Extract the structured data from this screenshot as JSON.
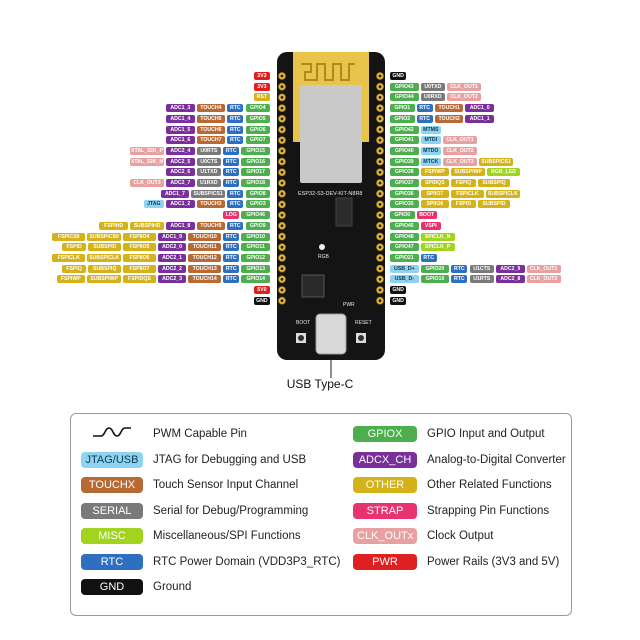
{
  "board": {
    "module_label": "ESP32-S3-DEV-KIT-N8R8",
    "rgb_label": "RGB",
    "pwr_label": "PWR",
    "boot_label": "BOOT",
    "reset_label": "RESET",
    "usb_caption": "USB Type-C"
  },
  "colors": {
    "gpio": "#4cae4c",
    "rtc": "#2f6fc0",
    "touch": "#b86a35",
    "adc": "#7a2f9a",
    "jtag": "#8fd3f0",
    "serial": "#7a7a7a",
    "misc": "#a0d41f",
    "other": "#d4b21a",
    "strap": "#e8336e",
    "clk": "#e9a0a0",
    "pwr": "#e02020",
    "gnd": "#111111",
    "board": "#141414"
  },
  "left_pins": [
    [
      [
        "PWR",
        "3V3"
      ]
    ],
    [
      [
        "PWR",
        "3V3"
      ]
    ],
    [
      [
        "OTHER",
        "RST"
      ]
    ],
    [
      [
        "GPIO",
        "GPIO4"
      ],
      [
        "RTC",
        "RTC"
      ],
      [
        "TOUCH",
        "TOUCH4"
      ],
      [
        "ADC",
        "ADC1_3"
      ]
    ],
    [
      [
        "GPIO",
        "GPIO5"
      ],
      [
        "RTC",
        "RTC"
      ],
      [
        "TOUCH",
        "TOUCH5"
      ],
      [
        "ADC",
        "ADC1_4"
      ]
    ],
    [
      [
        "GPIO",
        "GPIO6"
      ],
      [
        "RTC",
        "RTC"
      ],
      [
        "TOUCH",
        "TOUCH6"
      ],
      [
        "ADC",
        "ADC1_5"
      ]
    ],
    [
      [
        "GPIO",
        "GPIO7"
      ],
      [
        "RTC",
        "RTC"
      ],
      [
        "TOUCH",
        "TOUCH7"
      ],
      [
        "ADC",
        "ADC1_6"
      ]
    ],
    [
      [
        "GPIO",
        "GPIO15"
      ],
      [
        "RTC",
        "RTC"
      ],
      [
        "SERIAL",
        "U0RTS"
      ],
      [
        "ADC",
        "ADC2_4"
      ],
      [
        "CLK",
        "XTAL_32K_P"
      ]
    ],
    [
      [
        "GPIO",
        "GPIO16"
      ],
      [
        "RTC",
        "RTC"
      ],
      [
        "SERIAL",
        "U0CTS"
      ],
      [
        "ADC",
        "ADC2_5"
      ],
      [
        "CLK",
        "XTAL_32K_N"
      ]
    ],
    [
      [
        "GPIO",
        "GPIO17"
      ],
      [
        "RTC",
        "RTC"
      ],
      [
        "SERIAL",
        "U1TXD"
      ],
      [
        "ADC",
        "ADC2_6"
      ]
    ],
    [
      [
        "GPIO",
        "GPIO18"
      ],
      [
        "RTC",
        "RTC"
      ],
      [
        "SERIAL",
        "U1RXD"
      ],
      [
        "ADC",
        "ADC2_7"
      ],
      [
        "CLK",
        "CLK_OUT3"
      ]
    ],
    [
      [
        "GPIO",
        "GPIO8"
      ],
      [
        "RTC",
        "RTC"
      ],
      [
        "SERIAL",
        "SUBSPICS1"
      ],
      [
        "ADC",
        "ADC1_7"
      ]
    ],
    [
      [
        "GPIO",
        "GPIO3"
      ],
      [
        "RTC",
        "RTC"
      ],
      [
        "TOUCH",
        "TOUCH3"
      ],
      [
        "ADC",
        "ADC1_2"
      ],
      [
        "JTAG",
        "JTAG"
      ]
    ],
    [
      [
        "GPIO",
        "GPIO46"
      ],
      [
        "STRAP",
        "LOG"
      ]
    ],
    [
      [
        "GPIO",
        "GPIO9"
      ],
      [
        "RTC",
        "RTC"
      ],
      [
        "TOUCH",
        "TOUCH9"
      ],
      [
        "ADC",
        "ADC1_8"
      ],
      [
        "OTHER",
        "SUBSPIHD"
      ],
      [
        "OTHER",
        "FSPIHD"
      ]
    ],
    [
      [
        "GPIO",
        "GPIO10"
      ],
      [
        "RTC",
        "RTC"
      ],
      [
        "TOUCH",
        "TOUCH10"
      ],
      [
        "ADC",
        "ADC1_9"
      ],
      [
        "OTHER",
        "FSPIIO4"
      ],
      [
        "OTHER",
        "SUBSPICS0"
      ],
      [
        "OTHER",
        "FSPICS0"
      ]
    ],
    [
      [
        "GPIO",
        "GPIO11"
      ],
      [
        "RTC",
        "RTC"
      ],
      [
        "TOUCH",
        "TOUCH11"
      ],
      [
        "ADC",
        "ADC2_0"
      ],
      [
        "OTHER",
        "FSPIIO5"
      ],
      [
        "OTHER",
        "SUBSPID"
      ],
      [
        "OTHER",
        "FSPID"
      ]
    ],
    [
      [
        "GPIO",
        "GPIO12"
      ],
      [
        "RTC",
        "RTC"
      ],
      [
        "TOUCH",
        "TOUCH12"
      ],
      [
        "ADC",
        "ADC2_1"
      ],
      [
        "OTHER",
        "FSPIIO6"
      ],
      [
        "OTHER",
        "SUBSPICLK"
      ],
      [
        "OTHER",
        "FSPICLK"
      ]
    ],
    [
      [
        "GPIO",
        "GPIO13"
      ],
      [
        "RTC",
        "RTC"
      ],
      [
        "TOUCH",
        "TOUCH13"
      ],
      [
        "ADC",
        "ADC2_2"
      ],
      [
        "OTHER",
        "FSPIIO7"
      ],
      [
        "OTHER",
        "SUBSPIQ"
      ],
      [
        "OTHER",
        "FSPIQ"
      ]
    ],
    [
      [
        "GPIO",
        "GPIO14"
      ],
      [
        "RTC",
        "RTC"
      ],
      [
        "TOUCH",
        "TOUCH14"
      ],
      [
        "ADC",
        "ADC2_3"
      ],
      [
        "OTHER",
        "FSPIDQS"
      ],
      [
        "OTHER",
        "SUBSPIWP"
      ],
      [
        "OTHER",
        "FSPIWP"
      ]
    ],
    [
      [
        "PWR",
        "5V0"
      ]
    ],
    [
      [
        "GND",
        "GND"
      ]
    ]
  ],
  "right_pins": [
    [
      [
        "GND",
        "GND"
      ]
    ],
    [
      [
        "GPIO",
        "GPIO43"
      ],
      [
        "SERIAL",
        "U0TXD"
      ],
      [
        "CLK",
        "CLK_OUT1"
      ]
    ],
    [
      [
        "GPIO",
        "GPIO44"
      ],
      [
        "SERIAL",
        "U0RXD"
      ],
      [
        "CLK",
        "CLK_OUT2"
      ]
    ],
    [
      [
        "GPIO",
        "GPIO1"
      ],
      [
        "RTC",
        "RTC"
      ],
      [
        "TOUCH",
        "TOUCH1"
      ],
      [
        "ADC",
        "ADC1_0"
      ]
    ],
    [
      [
        "GPIO",
        "GPIO2"
      ],
      [
        "RTC",
        "RTC"
      ],
      [
        "TOUCH",
        "TOUCH2"
      ],
      [
        "ADC",
        "ADC1_1"
      ]
    ],
    [
      [
        "GPIO",
        "GPIO42"
      ],
      [
        "JTAG",
        "MTMS"
      ]
    ],
    [
      [
        "GPIO",
        "GPIO41"
      ],
      [
        "JTAG",
        "MTDI"
      ],
      [
        "CLK",
        "CLK_OUT1"
      ]
    ],
    [
      [
        "GPIO",
        "GPIO40"
      ],
      [
        "JTAG",
        "MTDO"
      ],
      [
        "CLK",
        "CLK_OUT2"
      ]
    ],
    [
      [
        "GPIO",
        "GPIO39"
      ],
      [
        "JTAG",
        "MTCK"
      ],
      [
        "CLK",
        "CLK_OUT3"
      ],
      [
        "OTHER",
        "SUBSPICS1"
      ]
    ],
    [
      [
        "GPIO",
        "GPIO38"
      ],
      [
        "OTHER",
        "FSPIWP"
      ],
      [
        "OTHER",
        "SUBSPIWP"
      ],
      [
        "MISC",
        "RGB_LED"
      ]
    ],
    [
      [
        "GPIO",
        "GPIO37"
      ],
      [
        "OTHER",
        "SPIDQS"
      ],
      [
        "OTHER",
        "FSPIQ"
      ],
      [
        "OTHER",
        "SUBSPIQ"
      ]
    ],
    [
      [
        "GPIO",
        "GPIO36"
      ],
      [
        "OTHER",
        "SPIIO7"
      ],
      [
        "OTHER",
        "FSPICLK"
      ],
      [
        "OTHER",
        "SUBSPICLK"
      ]
    ],
    [
      [
        "GPIO",
        "GPIO35"
      ],
      [
        "OTHER",
        "SPIIO6"
      ],
      [
        "OTHER",
        "FSPID"
      ],
      [
        "OTHER",
        "SUBSPID"
      ]
    ],
    [
      [
        "GPIO",
        "GPIO0"
      ],
      [
        "STRAP",
        "BOOT"
      ]
    ],
    [
      [
        "GPIO",
        "GPIO45"
      ],
      [
        "STRAP",
        "VSPI"
      ]
    ],
    [
      [
        "GPIO",
        "GPIO48"
      ],
      [
        "MISC",
        "SPICLK_N"
      ]
    ],
    [
      [
        "GPIO",
        "GPIO47"
      ],
      [
        "MISC",
        "SPICLK_P"
      ]
    ],
    [
      [
        "GPIO",
        "GPIO21"
      ],
      [
        "RTC",
        "RTC"
      ]
    ],
    [
      [
        "JTAG",
        "USB_D+"
      ],
      [
        "GPIO",
        "GPIO20"
      ],
      [
        "RTC",
        "RTC"
      ],
      [
        "SERIAL",
        "U1CTS"
      ],
      [
        "ADC",
        "ADC2_9"
      ],
      [
        "CLK",
        "CLK_OUT1"
      ]
    ],
    [
      [
        "JTAG",
        "USB_D-"
      ],
      [
        "GPIO",
        "GPIO19"
      ],
      [
        "RTC",
        "RTC"
      ],
      [
        "SERIAL",
        "U1RTS"
      ],
      [
        "ADC",
        "ADC2_8"
      ],
      [
        "CLK",
        "CLK_OUT2"
      ]
    ],
    [
      [
        "GND",
        "GND"
      ]
    ],
    [
      [
        "GND",
        "GND"
      ]
    ]
  ],
  "legend": [
    {
      "kind": "PWM",
      "chip": "",
      "text": "PWM Capable Pin",
      "icon": "pwm-wave-icon"
    },
    {
      "kind": "GPIO",
      "chip": "GPIOX",
      "text": "GPIO Input and Output"
    },
    {
      "kind": "JTAG",
      "chip": "JTAG/USB",
      "text": "JTAG for Debugging and USB"
    },
    {
      "kind": "ADC",
      "chip": "ADCX_CH",
      "text": "Analog-to-Digital Converter"
    },
    {
      "kind": "TOUCH",
      "chip": "TOUCHX",
      "text": "Touch Sensor Input Channel"
    },
    {
      "kind": "OTHER",
      "chip": "OTHER",
      "text": "Other Related Functions"
    },
    {
      "kind": "SERIAL",
      "chip": "SERIAL",
      "text": "Serial for Debug/Programming"
    },
    {
      "kind": "STRAP",
      "chip": "STRAP",
      "text": "Strapping Pin Functions"
    },
    {
      "kind": "MISC",
      "chip": "MISC",
      "text": "Miscellaneous/SPI Functions"
    },
    {
      "kind": "CLK",
      "chip": "CLK_OUTx",
      "text": "Clock Output"
    },
    {
      "kind": "RTC",
      "chip": "RTC",
      "text": "RTC Power Domain (VDD3P3_RTC)"
    },
    {
      "kind": "PWR",
      "chip": "PWR",
      "text": "Power Rails (3V3 and 5V)"
    },
    {
      "kind": "GND",
      "chip": "GND",
      "text": "Ground"
    }
  ]
}
